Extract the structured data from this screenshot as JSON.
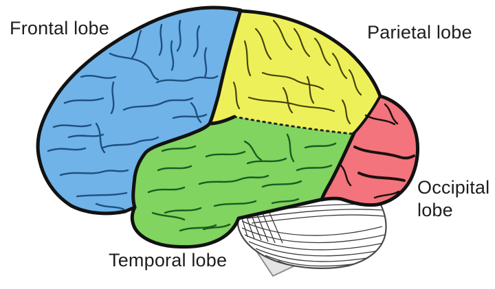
{
  "diagram": {
    "subject": "Human brain lateral view with color-coded lobes",
    "labels": {
      "frontal": "Frontal lobe",
      "parietal": "Parietal lobe",
      "occipital": "Occipital lobe",
      "temporal": "Temporal lobe"
    },
    "colors": {
      "frontal": "#6fb3e8",
      "parietal": "#eef059",
      "occipital": "#f3747c",
      "temporal": "#80d45f",
      "cerebellum": "#ffffff",
      "brainstem": "#e4e4e4",
      "outline": "#121212",
      "dotted_boundary": "#222222",
      "background": "#ffffff",
      "label_text": "#1d1d1d"
    }
  }
}
